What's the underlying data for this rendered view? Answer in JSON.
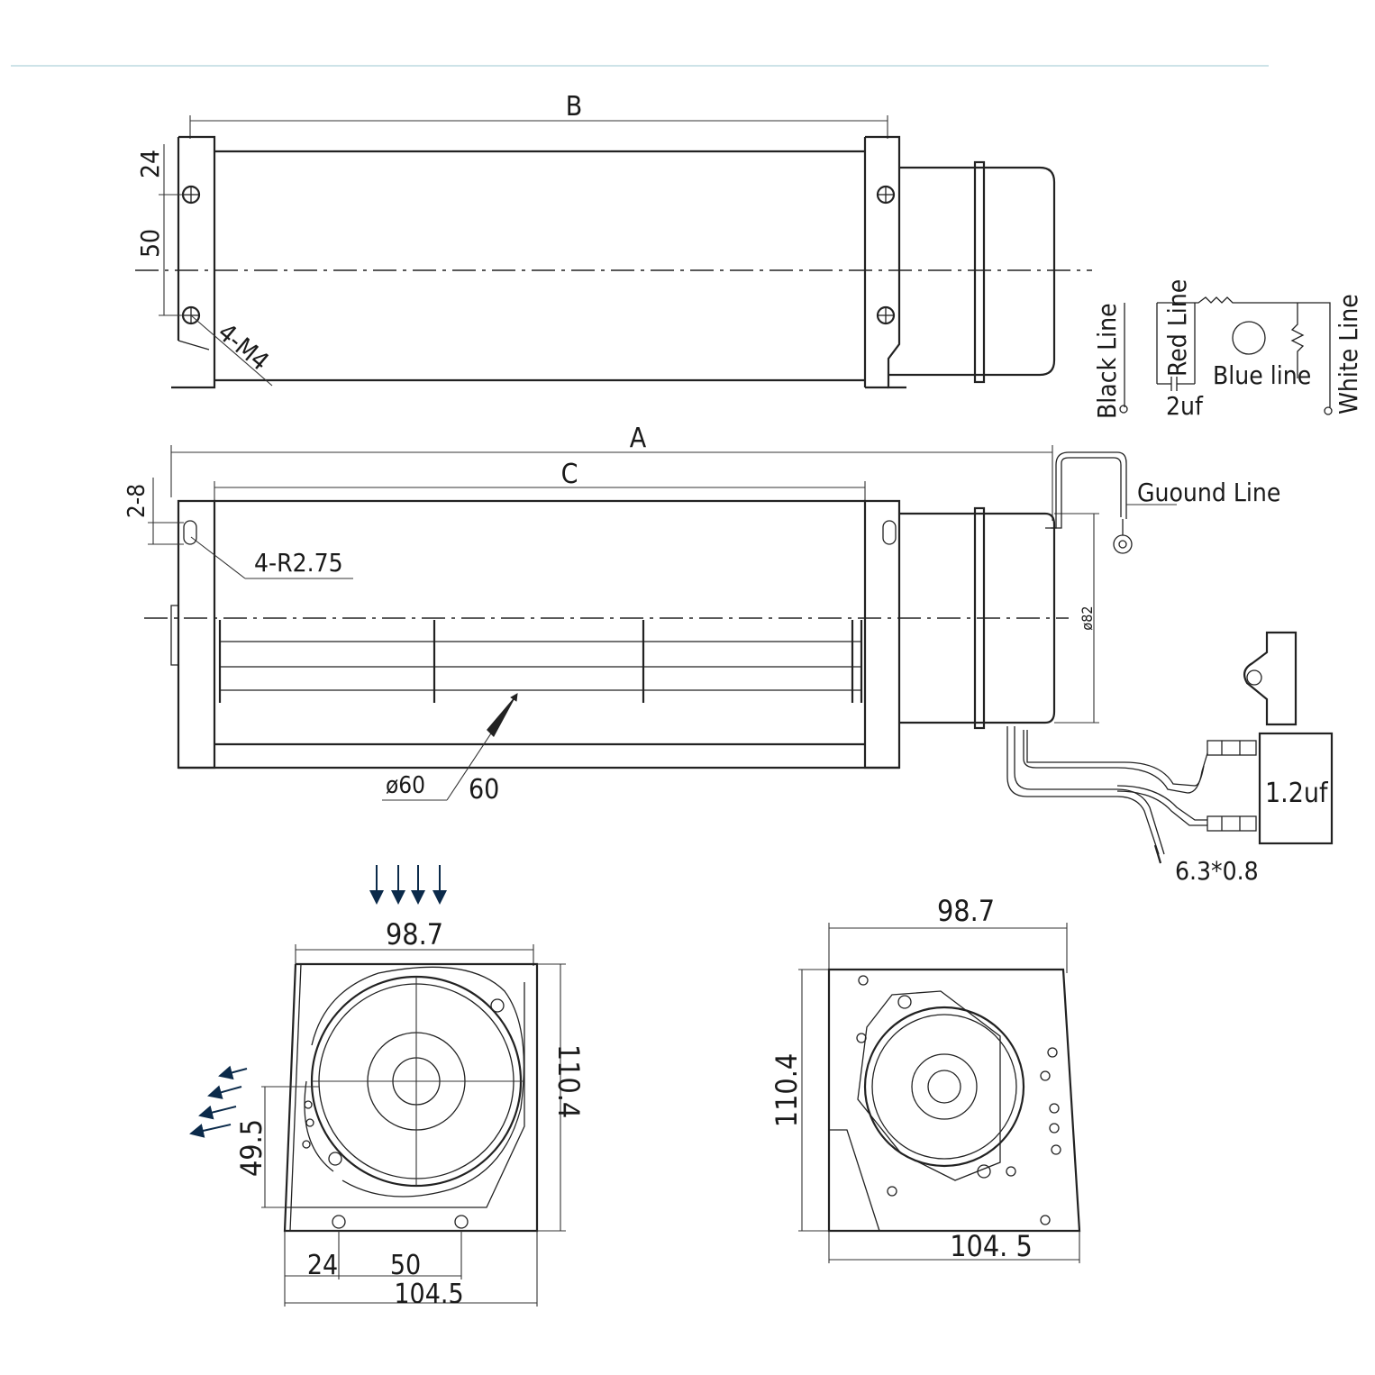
{
  "top_view": {
    "dim_b": "B",
    "dim_24": "24",
    "dim_50": "50",
    "screw_note": "4-M4"
  },
  "wiring": {
    "black": "Black Line",
    "red": "Red Line",
    "blue": "Blue line",
    "white": "White Line",
    "cap": "2uf"
  },
  "front_view": {
    "dim_a": "A",
    "dim_c": "C",
    "dim_28": "2-8",
    "radius_note": "4-R2.75",
    "motor_dia": "ø82",
    "impeller_dia": "ø60",
    "impeller_len": "60",
    "ground": "Guound Line",
    "cap": "1.2uf",
    "terminal": "6.3*0.8"
  },
  "side_left": {
    "w_top": "98.7",
    "h": "110.4",
    "outlet": "49.5",
    "d24": "24",
    "d50": "50",
    "w_bottom": "104.5"
  },
  "side_right": {
    "w_top": "98.7",
    "h": "110.4",
    "w_bottom": "104. 5"
  },
  "colors": {
    "line": "#222222",
    "arrow": "#0b2a4a"
  }
}
